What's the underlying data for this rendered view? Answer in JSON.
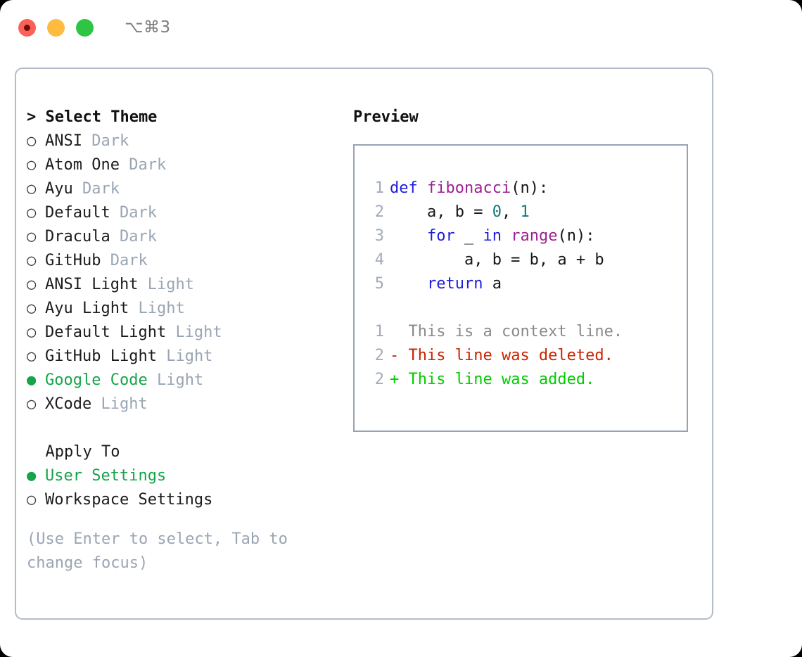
{
  "titlebar": {
    "shortcut": "⌥⌘3",
    "buttons": [
      "close",
      "minimize",
      "maximize"
    ]
  },
  "theme_picker": {
    "header": "> Select Theme",
    "bullet_unselected": "○",
    "bullet_selected": "●",
    "items": [
      {
        "bullet": "○",
        "name": "ANSI",
        "variant": "Dark",
        "selected": false
      },
      {
        "bullet": "○",
        "name": "Atom One",
        "variant": "Dark",
        "selected": false
      },
      {
        "bullet": "○",
        "name": "Ayu",
        "variant": "Dark",
        "selected": false
      },
      {
        "bullet": "○",
        "name": "Default",
        "variant": "Dark",
        "selected": false
      },
      {
        "bullet": "○",
        "name": "Dracula",
        "variant": "Dark",
        "selected": false
      },
      {
        "bullet": "○",
        "name": "GitHub",
        "variant": "Dark",
        "selected": false
      },
      {
        "bullet": "○",
        "name": "ANSI Light",
        "variant": "Light",
        "selected": false
      },
      {
        "bullet": "○",
        "name": "Ayu Light",
        "variant": "Light",
        "selected": false
      },
      {
        "bullet": "○",
        "name": "Default Light",
        "variant": "Light",
        "selected": false
      },
      {
        "bullet": "○",
        "name": "GitHub Light",
        "variant": "Light",
        "selected": false
      },
      {
        "bullet": "●",
        "name": "Google Code",
        "variant": "Light",
        "selected": true
      },
      {
        "bullet": "○",
        "name": "XCode",
        "variant": "Light",
        "selected": false
      }
    ]
  },
  "apply_to": {
    "header": "  Apply To",
    "items": [
      {
        "bullet": "●",
        "label": "User Settings",
        "selected": true
      },
      {
        "bullet": "○",
        "label": "Workspace Settings",
        "selected": false
      }
    ]
  },
  "hint": "(Use Enter to select, Tab to change focus)",
  "preview": {
    "title": "Preview",
    "code_lines": [
      {
        "num": "1",
        "tokens": [
          {
            "t": "def ",
            "c": "kw"
          },
          {
            "t": "fibonacci",
            "c": "fn"
          },
          {
            "t": "(n):",
            "c": "pl"
          }
        ]
      },
      {
        "num": "2",
        "tokens": [
          {
            "t": "    a, b = ",
            "c": "pl"
          },
          {
            "t": "0",
            "c": "num"
          },
          {
            "t": ", ",
            "c": "pl"
          },
          {
            "t": "1",
            "c": "num"
          }
        ]
      },
      {
        "num": "3",
        "tokens": [
          {
            "t": "    ",
            "c": "pl"
          },
          {
            "t": "for",
            "c": "kw"
          },
          {
            "t": " _ ",
            "c": "pl"
          },
          {
            "t": "in",
            "c": "kw"
          },
          {
            "t": " ",
            "c": "pl"
          },
          {
            "t": "range",
            "c": "fn"
          },
          {
            "t": "(n):",
            "c": "pl"
          }
        ]
      },
      {
        "num": "4",
        "tokens": [
          {
            "t": "        a, b = b, a + b",
            "c": "pl"
          }
        ]
      },
      {
        "num": "5",
        "tokens": [
          {
            "t": "    ",
            "c": "pl"
          },
          {
            "t": "return",
            "c": "kw"
          },
          {
            "t": " a",
            "c": "pl"
          }
        ]
      }
    ],
    "diff_lines": [
      {
        "num": "1",
        "marker": "  ",
        "text": "This is a context line.",
        "kind": "ctx"
      },
      {
        "num": "2",
        "marker": "- ",
        "text": "This line was deleted.",
        "kind": "del"
      },
      {
        "num": "2",
        "marker": "+ ",
        "text": "This line was added.",
        "kind": "add"
      }
    ]
  },
  "colors": {
    "accent_green": "#16a34a",
    "diff_added": "#00cc00",
    "diff_deleted": "#cc2200",
    "keyword_blue": "#1d1ddb",
    "function_purple": "#9c2191",
    "number_teal": "#0a7a78",
    "muted_gray": "#9aa5b4",
    "border": "#b3bcc8"
  }
}
